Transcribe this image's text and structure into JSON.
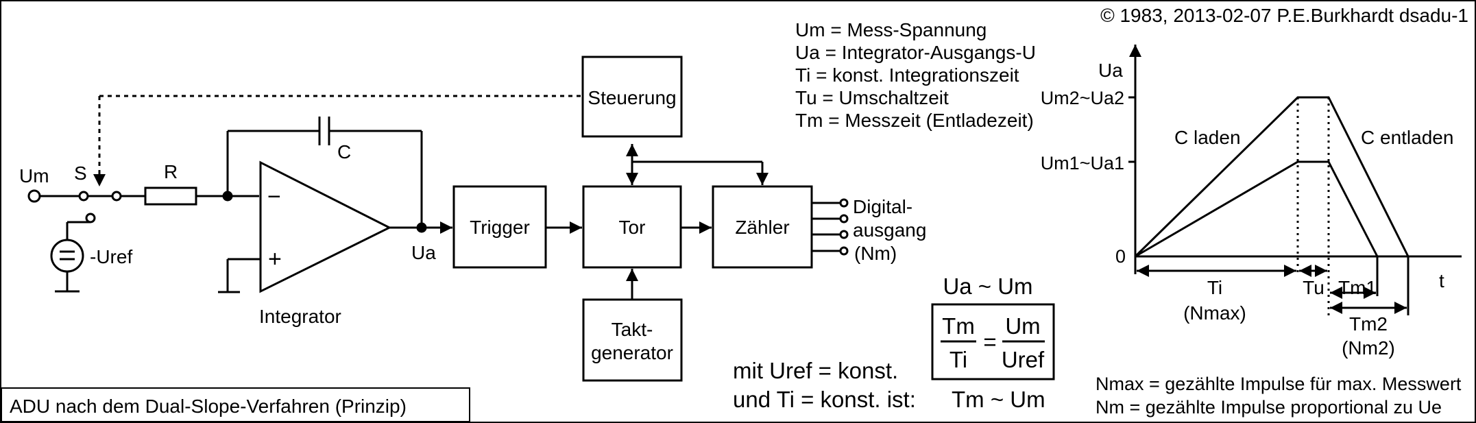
{
  "copyright": "© 1983, 2013-02-07 P.E.Burkhardt dsadu-1",
  "caption": "ADU nach dem Dual-Slope-Verfahren (Prinzip)",
  "legend": [
    "Um = Mess-Spannung",
    "Ua = Integrator-Ausgangs-U",
    "Ti = konst. Integrationszeit",
    "Tu = Umschaltzeit",
    "Tm = Messzeit (Entladezeit)"
  ],
  "circuit": {
    "input_label": "Um",
    "switch_label": "S",
    "resistor_label": "R",
    "capacitor_label": "C",
    "minus_sign": "−",
    "plus_sign": "+",
    "integrator_label": "Integrator",
    "output_label": "Ua",
    "ref_label": "-Uref",
    "blocks": {
      "steuerung": "Steuerung",
      "trigger": "Trigger",
      "tor": "Tor",
      "zaehler": "Zähler",
      "takt_line1": "Takt-",
      "takt_line2": "generator"
    },
    "digital_out": [
      "Digital-",
      "ausgang",
      "(Nm)"
    ]
  },
  "formula": {
    "top": "Ua ~ Um",
    "num_left": "Tm",
    "den_left": "Ti",
    "equals": "=",
    "num_right": "Um",
    "den_right": "Uref",
    "cond1": "mit Uref = konst.",
    "cond2": "und Ti = konst. ist:",
    "result": "Tm ~ Um"
  },
  "graph": {
    "y_axis": "Ua",
    "x_axis": "t",
    "y_ticks": [
      "Um2~Ua2",
      "Um1~Ua1",
      "0"
    ],
    "charge_label": "C laden",
    "discharge_label": "C entladen",
    "ti_label": "Ti",
    "ti_sub": "(Nmax)",
    "tu_label": "Tu",
    "tm1_label": "Tm1",
    "tm2_label": "Tm2",
    "tm2_sub": "(Nm2)"
  },
  "notes": [
    "Nmax = gezählte Impulse für max. Messwert",
    "Nm = gezählte Impulse proportional  zu Ue"
  ]
}
